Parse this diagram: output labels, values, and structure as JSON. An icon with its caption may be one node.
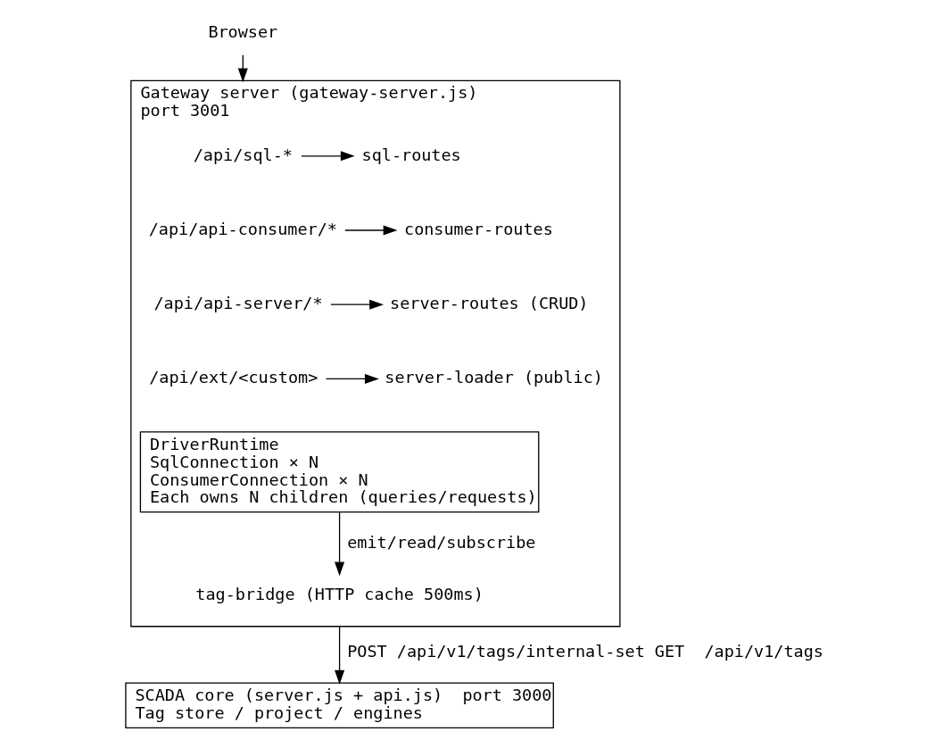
{
  "diagram": {
    "nodes": [
      {
        "text": [
          "Gateway server (gateway-server.js)",
          "port 3001"
        ]
      },
      {
        "text": [
          "Browser"
        ]
      },
      {
        "text": [
          "/api/sql-*"
        ],
        "in": 0
      },
      {
        "text": [
          "sql-routes"
        ],
        "in": 0
      },
      {
        "text": [
          "/api/api-consumer/*"
        ],
        "in": 0
      },
      {
        "text": [
          "consumer-routes"
        ],
        "in": 0
      },
      {
        "text": [
          "/api/api-server/*"
        ],
        "in": 0
      },
      {
        "text": [
          "server-routes (CRUD)"
        ],
        "in": 0
      },
      {
        "text": [
          "/api/ext/<custom>"
        ],
        "in": 0
      },
      {
        "text": [
          "server-loader (public)"
        ],
        "in": 0
      },
      {
        "text": [
          "DriverRuntime",
          "SqlConnection × N",
          "ConsumerConnection × N",
          "Each owns N children (queries/requests)"
        ],
        "in": 0
      },
      {
        "text": [
          "tag-bridge (HTTP cache 500ms)"
        ],
        "in": 0
      },
      {
        "text": [
          "SCADA core (server.js + api.js)  port 3000",
          "Tag store / project / engines"
        ]
      }
    ],
    "edges": [
      {
        "from": 1,
        "to": 0,
        "arrow": "to"
      },
      {
        "from": 2,
        "to": 3,
        "arrow": "to"
      },
      {
        "from": 4,
        "to": 5,
        "arrow": "to"
      },
      {
        "from": 6,
        "to": 7,
        "arrow": "to"
      },
      {
        "from": 8,
        "to": 9,
        "arrow": "to"
      },
      {
        "from": 10,
        "to": 11,
        "arrow": "to",
        "label": "emit/read/subscribe"
      },
      {
        "from": 0,
        "to": 12,
        "arrow": "to",
        "label": "POST /api/v1/tags/internal-set GET  /api/v1/tags"
      }
    ]
  }
}
